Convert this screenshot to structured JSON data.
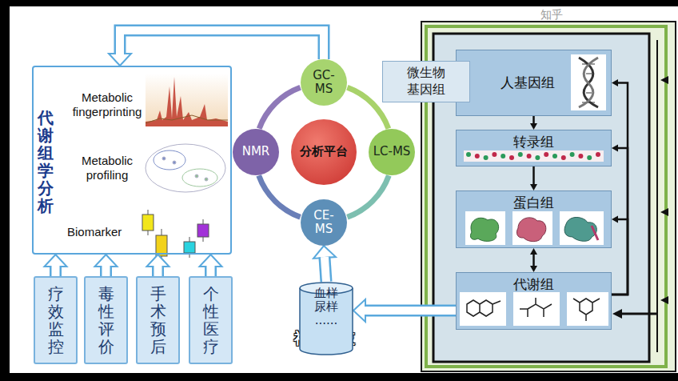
{
  "diagram": {
    "nodes": [
      {
        "text": [
          "代谢组学分析"
        ]
      },
      {
        "text": [
          "疗效监控"
        ]
      },
      {
        "text": [
          "毒性评价"
        ]
      },
      {
        "text": [
          "手术预后"
        ]
      },
      {
        "text": [
          "个性医疗"
        ]
      },
      {
        "text": [
          "GC- MS"
        ]
      },
      {
        "text": [
          "NMR"
        ]
      },
      {
        "text": [
          "分析平台"
        ]
      },
      {
        "text": [
          "LC-MS"
        ]
      },
      {
        "text": [
          "CE- MS"
        ]
      },
      {
        "text": [
          "血样 尿样 ......"
        ]
      },
      {
        "text": [
          "微生物 基因组"
        ]
      },
      {
        "text": [
          "人基因组"
        ]
      },
      {
        "text": [
          "转录组"
        ]
      },
      {
        "text": [
          "蛋白组"
        ]
      },
      {
        "text": [
          "代谢组"
        ]
      }
    ],
    "edges": [
      {
        "from": 1,
        "to": 0,
        "arrow": "to"
      },
      {
        "from": 2,
        "to": 0,
        "arrow": "to"
      },
      {
        "from": 3,
        "to": 0,
        "arrow": "to"
      },
      {
        "from": 4,
        "to": 0,
        "arrow": "to"
      },
      {
        "from": 5,
        "to": 0,
        "arrow": "to"
      },
      {
        "from": 10,
        "to": 9,
        "arrow": "to"
      },
      {
        "from": 15,
        "to": 10,
        "arrow": "to"
      },
      {
        "from": 5,
        "to": 8,
        "arrow": "none"
      },
      {
        "from": 8,
        "to": 9,
        "arrow": "none"
      },
      {
        "from": 9,
        "to": 6,
        "arrow": "none"
      },
      {
        "from": 6,
        "to": 5,
        "arrow": "none"
      },
      {
        "from": 12,
        "to": 13,
        "arrow": "to"
      },
      {
        "from": 13,
        "to": 14,
        "arrow": "to"
      },
      {
        "from": 14,
        "to": 15,
        "arrow": "both"
      },
      {
        "from": 15,
        "to": 12,
        "arrow": "to"
      },
      {
        "from": 15,
        "to": 13,
        "arrow": "to"
      },
      {
        "from": 15,
        "to": 14,
        "arrow": "to"
      }
    ],
    "labels": [
      "Metabolic fingerprinting",
      "Metabolic profiling",
      "Biomarker",
      "神经假肢",
      "知乎"
    ]
  }
}
